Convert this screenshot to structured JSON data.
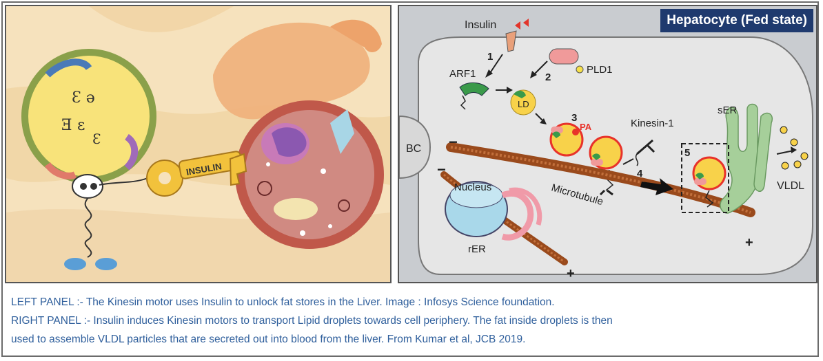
{
  "left": {
    "key_label": "INSULIN"
  },
  "right": {
    "title": "Hepatocyte (Fed state)",
    "labels": {
      "insulin": "Insulin",
      "arf1": "ARF1",
      "pld1": "PLD1",
      "ld": "LD",
      "pa": "PA",
      "kinesin": "Kinesin-1",
      "ser": "sER",
      "bc": "BC",
      "nucleus": "Nucleus",
      "rer": "rER",
      "microtubule": "Microtubule",
      "vldl": "VLDL",
      "minus": "−",
      "plus": "+"
    },
    "steps": [
      "1",
      "2",
      "3",
      "4",
      "5"
    ]
  },
  "captions": {
    "line1": "LEFT PANEL :-   The Kinesin motor uses Insulin to unlock fat stores in the Liver. Image : Infosys Science foundation.",
    "line2": "RIGHT PANEL :- Insulin induces Kinesin motors to transport Lipid droplets towards cell periphery. The fat inside droplets is then",
    "line3": "used to assemble VLDL particles that are secreted out into blood from the liver. From Kumar et al, JCB 2019."
  },
  "colors": {
    "caption": "#2f5f9c",
    "title_bg": "#1f3a6e",
    "droplet": "#f8d24a",
    "droplet_ring": "#e8322a",
    "microtubule": "#9a4a1c"
  }
}
